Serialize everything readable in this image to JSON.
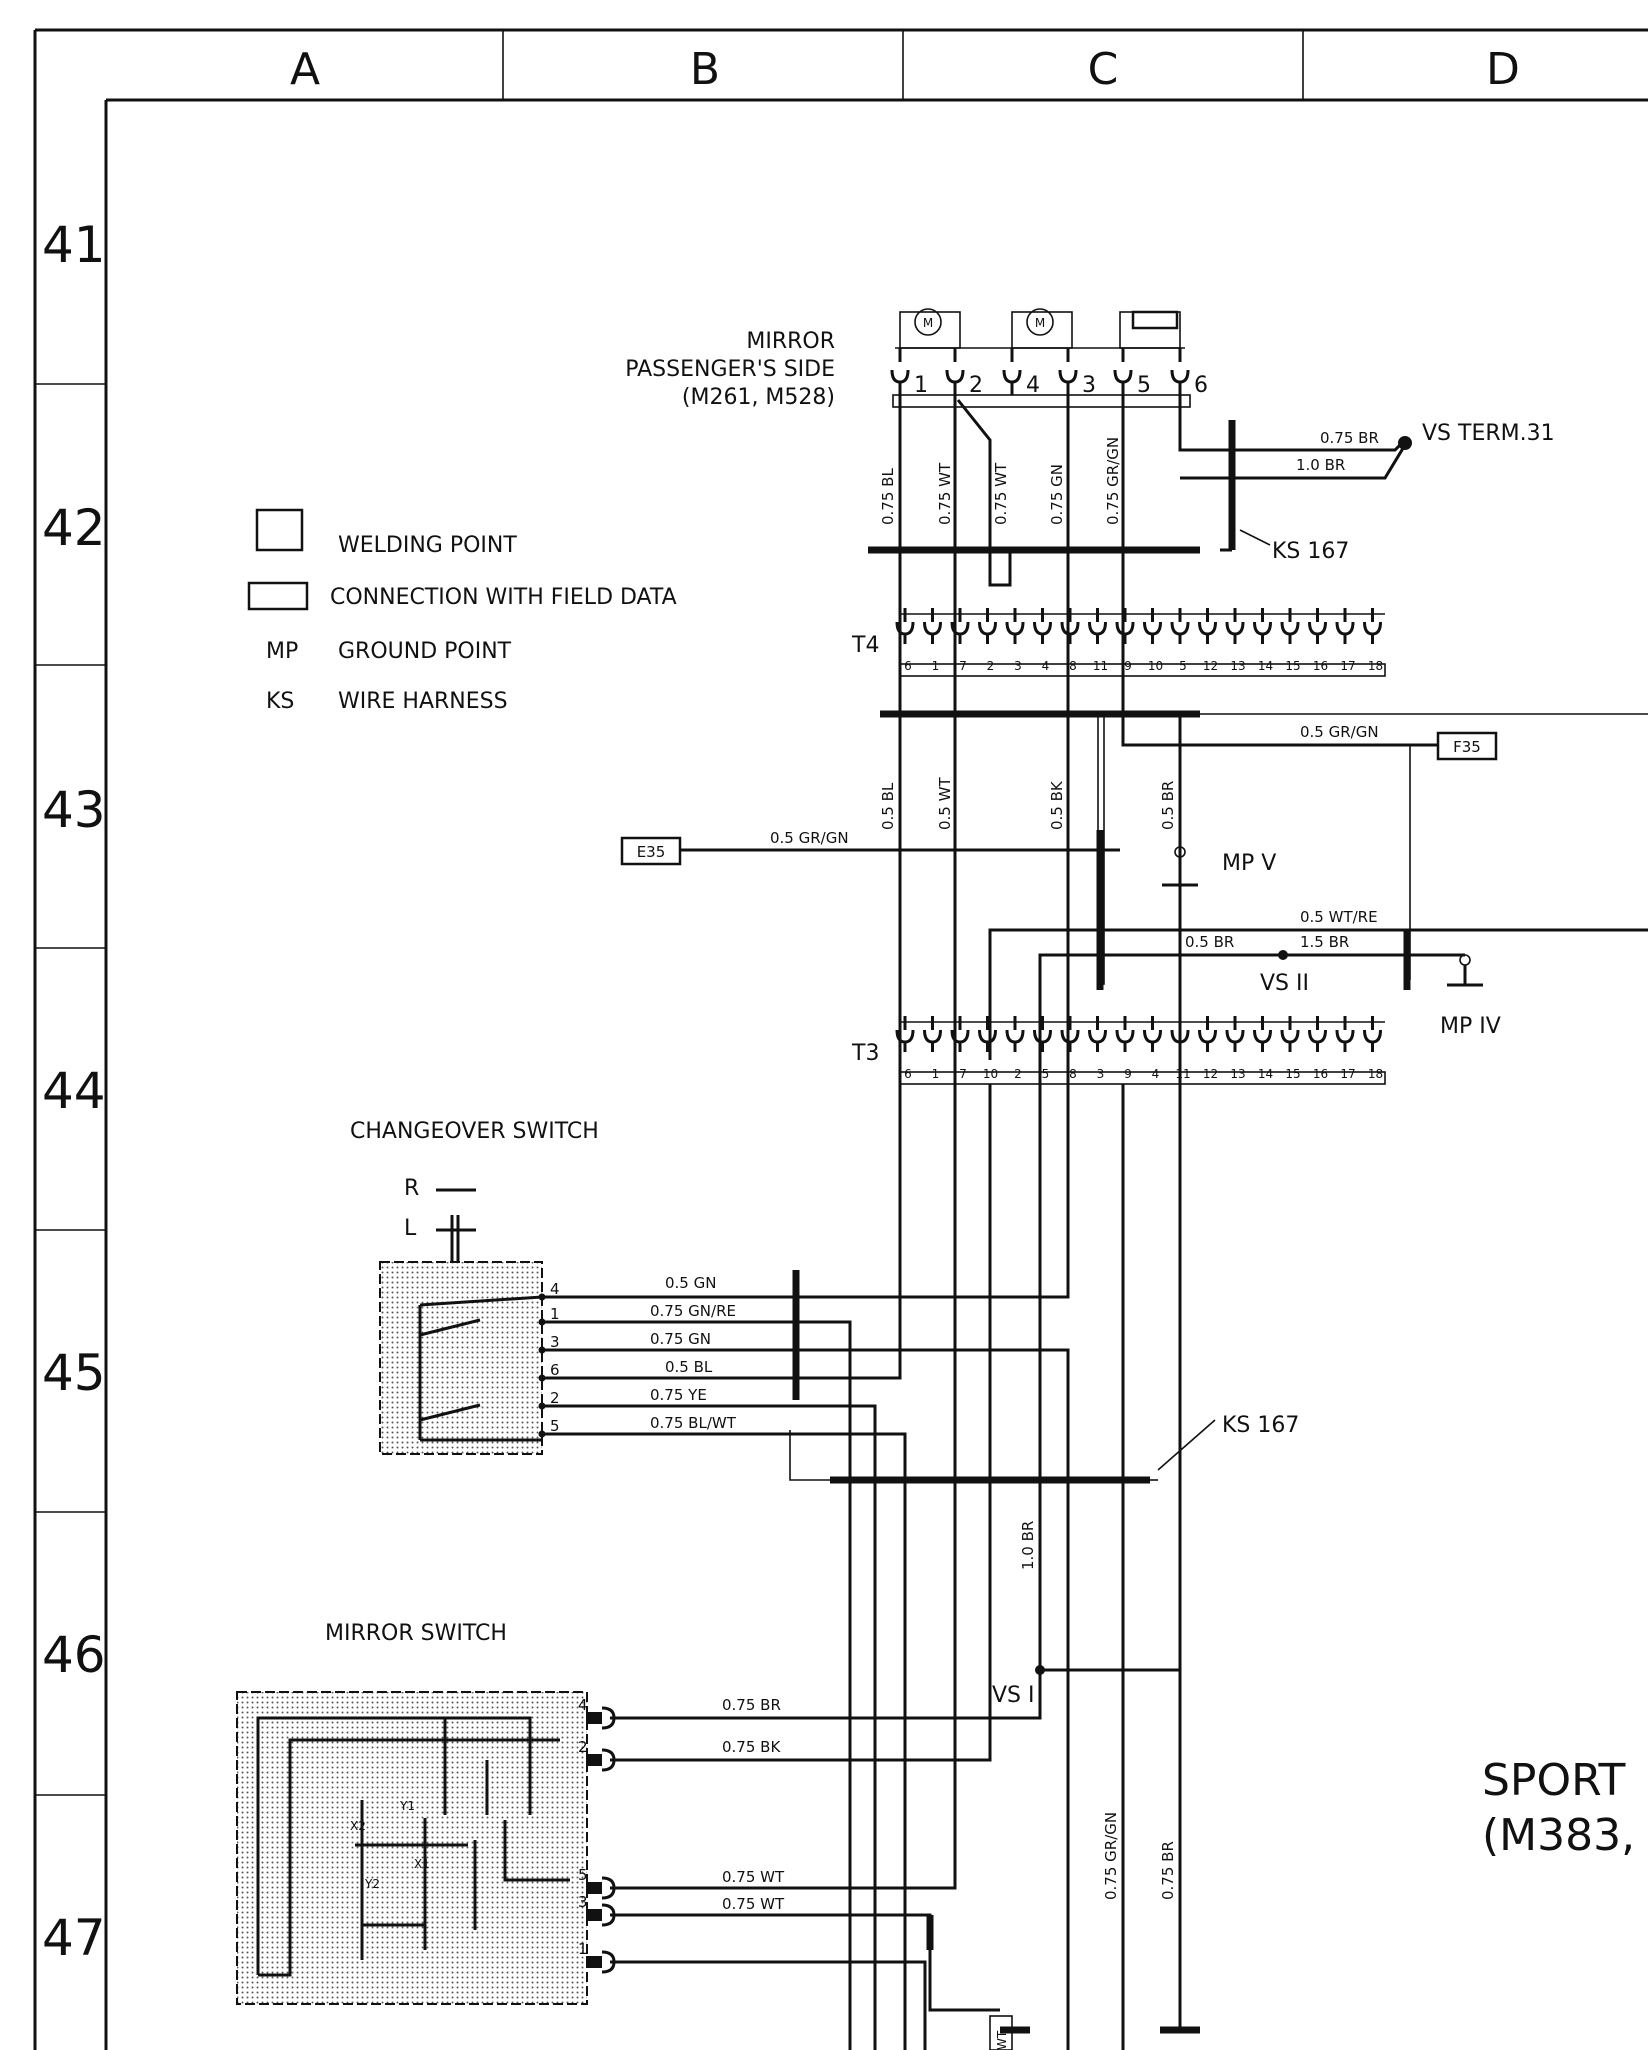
{
  "grid": {
    "columns": [
      "A",
      "B",
      "C",
      "D"
    ],
    "rows": [
      "41",
      "42",
      "43",
      "44",
      "45",
      "46",
      "47"
    ]
  },
  "legend": {
    "welding_point": "WELDING POINT",
    "connection_field": "CONNECTION WITH FIELD DATA",
    "mp_abbr": "MP",
    "mp_text": "GROUND POINT",
    "ks_abbr": "KS",
    "ks_text": "WIRE HARNESS"
  },
  "components": {
    "mirror_line1": "MIRROR",
    "mirror_line2": "PASSENGER'S SIDE",
    "mirror_line3": "(M261, M528)",
    "mirror_pins": [
      "1",
      "2",
      "4",
      "3",
      "5",
      "6"
    ],
    "motor_symbol": "M",
    "changeover_switch": "CHANGEOVER SWITCH",
    "changeover_r": "R",
    "changeover_l": "L",
    "changeover_pins": [
      "4",
      "1",
      "3",
      "6",
      "2",
      "5"
    ],
    "mirror_switch": "MIRROR SWITCH",
    "mirror_switch_pins": [
      "4",
      "2",
      "5",
      "3",
      "1"
    ],
    "mirror_switch_marks": [
      "Y1",
      "X2",
      "X1",
      "Y2"
    ],
    "sport_line1": "SPORT",
    "sport_line2": "(M383,"
  },
  "connectors": {
    "t4_label": "T4",
    "t4_pins": [
      "6",
      "1",
      "7",
      "2",
      "3",
      "4",
      "8",
      "11",
      "9",
      "10",
      "5",
      "12",
      "13",
      "14",
      "15",
      "16",
      "17",
      "18"
    ],
    "t3_label": "T3",
    "t3_pins": [
      "6",
      "1",
      "7",
      "10",
      "2",
      "5",
      "8",
      "3",
      "9",
      "4",
      "11",
      "12",
      "13",
      "14",
      "15",
      "16",
      "17",
      "18"
    ]
  },
  "labels": {
    "vs_term31": "VS TERM.31",
    "ks167_top": "KS 167",
    "ks167_mid": "KS 167",
    "f35": "F35",
    "e35": "E35",
    "mp_v": "MP V",
    "mp_iv": "MP IV",
    "vs_ii": "VS II",
    "vs_i": "VS I"
  },
  "wires": {
    "top_075_bl": "0.75 BL",
    "top_075_wt_a": "0.75 WT",
    "top_075_wt_b": "0.75 WT",
    "top_075_gn": "0.75 GN",
    "top_075_grgn": "0.75 GR/GN",
    "term31_075_br": "0.75 BR",
    "term31_10_br": "1.0 BR",
    "f35_grgn": "0.5 GR/GN",
    "mid_05_bl": "0.5 BL",
    "mid_05_wt": "0.5 WT",
    "mid_05_bk": "0.5 BK",
    "mid_05_br": "0.5 BR",
    "e35_grgn": "0.5 GR/GN",
    "wtre": "0.5 WT/RE",
    "vsii_05_br": "0.5 BR",
    "vsii_15_br": "1.5 BR",
    "cs_05_gn": "0.5 GN",
    "cs_075_gnre": "0.75 GN/RE",
    "cs_075_gn": "0.75 GN",
    "cs_05_bl": "0.5 BL",
    "cs_075_ye": "0.75 YE",
    "cs_075_blwt": "0.75 BL/WT",
    "vert_10_br": "1.0 BR",
    "ms_075_br": "0.75 BR",
    "ms_075_bk": "0.75 BK",
    "ms_075_wt_a": "0.75 WT",
    "ms_075_wt_b": "0.75 WT",
    "bot_075_grgn": "0.75 GR/GN",
    "bot_075_br": "0.75 BR",
    "bot_wt": "WT"
  }
}
